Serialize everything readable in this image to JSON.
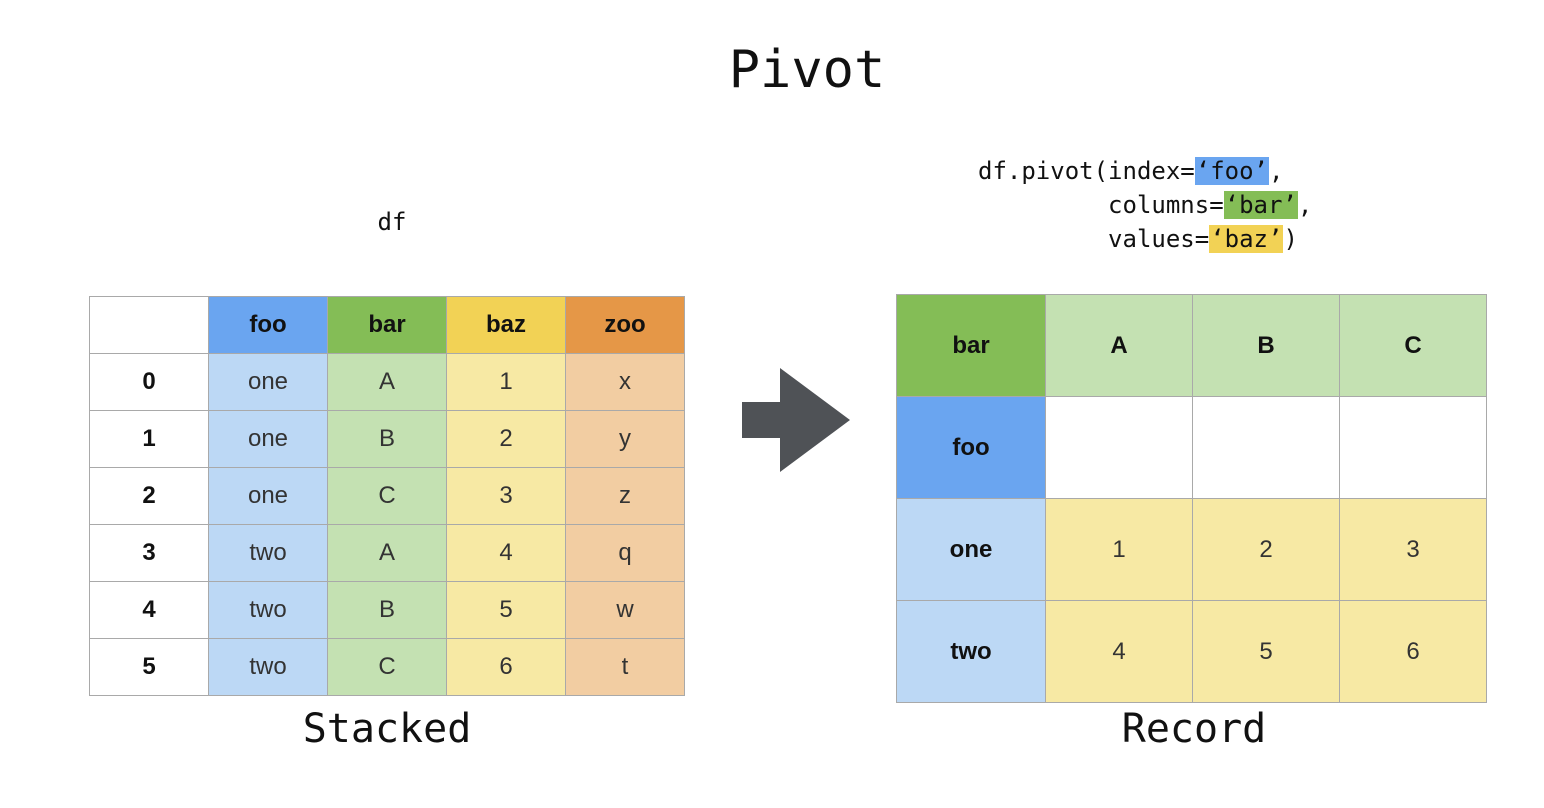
{
  "title": "Pivot",
  "left": {
    "label": "df",
    "caption": "Stacked",
    "headers": [
      "",
      "foo",
      "bar",
      "baz",
      "zoo"
    ],
    "rows": [
      {
        "index": "0",
        "foo": "one",
        "bar": "A",
        "baz": "1",
        "zoo": "x"
      },
      {
        "index": "1",
        "foo": "one",
        "bar": "B",
        "baz": "2",
        "zoo": "y"
      },
      {
        "index": "2",
        "foo": "one",
        "bar": "C",
        "baz": "3",
        "zoo": "z"
      },
      {
        "index": "3",
        "foo": "two",
        "bar": "A",
        "baz": "4",
        "zoo": "q"
      },
      {
        "index": "4",
        "foo": "two",
        "bar": "B",
        "baz": "5",
        "zoo": "w"
      },
      {
        "index": "5",
        "foo": "two",
        "bar": "C",
        "baz": "6",
        "zoo": "t"
      }
    ]
  },
  "code": {
    "line1_prefix": "df.pivot(index=",
    "index_arg": "‘foo’",
    "line1_suffix": ",",
    "line2_prefix": "         columns=",
    "columns_arg": "‘bar’",
    "line2_suffix": ",",
    "line3_prefix": "         values=",
    "values_arg": "‘baz’",
    "line3_suffix": ")"
  },
  "right": {
    "caption": "Record",
    "corner_header": "bar",
    "columns": [
      "A",
      "B",
      "C"
    ],
    "index_header": "foo",
    "rows": [
      {
        "label": "one",
        "values": [
          "1",
          "2",
          "3"
        ]
      },
      {
        "label": "two",
        "values": [
          "4",
          "5",
          "6"
        ]
      }
    ]
  },
  "colors": {
    "foo": "#6aa5f0",
    "bar": "#84bd56",
    "baz": "#f2d255",
    "zoo": "#e59747",
    "arrow": "#4f5256"
  },
  "icons": [
    "right-arrow-icon"
  ]
}
